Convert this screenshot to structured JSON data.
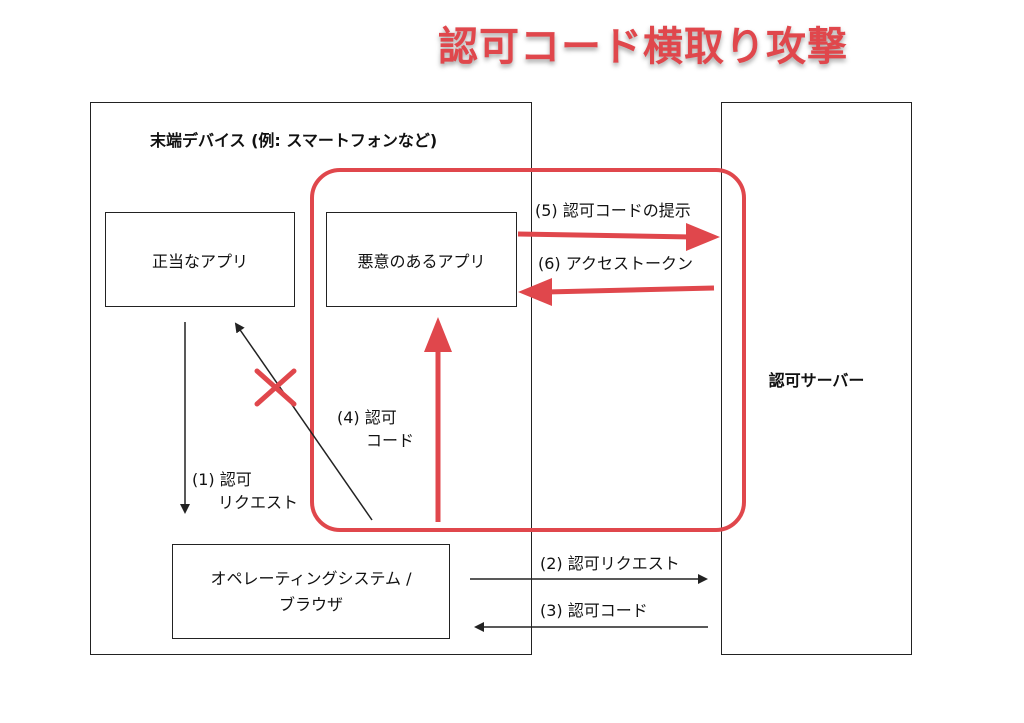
{
  "title": "認可コード横取り攻撃",
  "device_box": {
    "label": "末端デバイス (例: スマートフォンなど)"
  },
  "server_box": {
    "label": "認可サーバー"
  },
  "apps": {
    "legit": "正当なアプリ",
    "malicious": "悪意のあるアプリ"
  },
  "os_box": {
    "line1": "オペレーティングシステム /",
    "line2": "ブラウザ"
  },
  "steps": {
    "s1_line1": "(1) 認可",
    "s1_line2": "リクエスト",
    "s2": "(2) 認可リクエスト",
    "s3": "(3) 認可コード",
    "s4_line1": "(4) 認可",
    "s4_line2": "コード",
    "s5": "(5) 認可コードの提示",
    "s6": "(6) アクセストークン"
  },
  "colors": {
    "accent": "#e0474c",
    "line": "#222222"
  }
}
